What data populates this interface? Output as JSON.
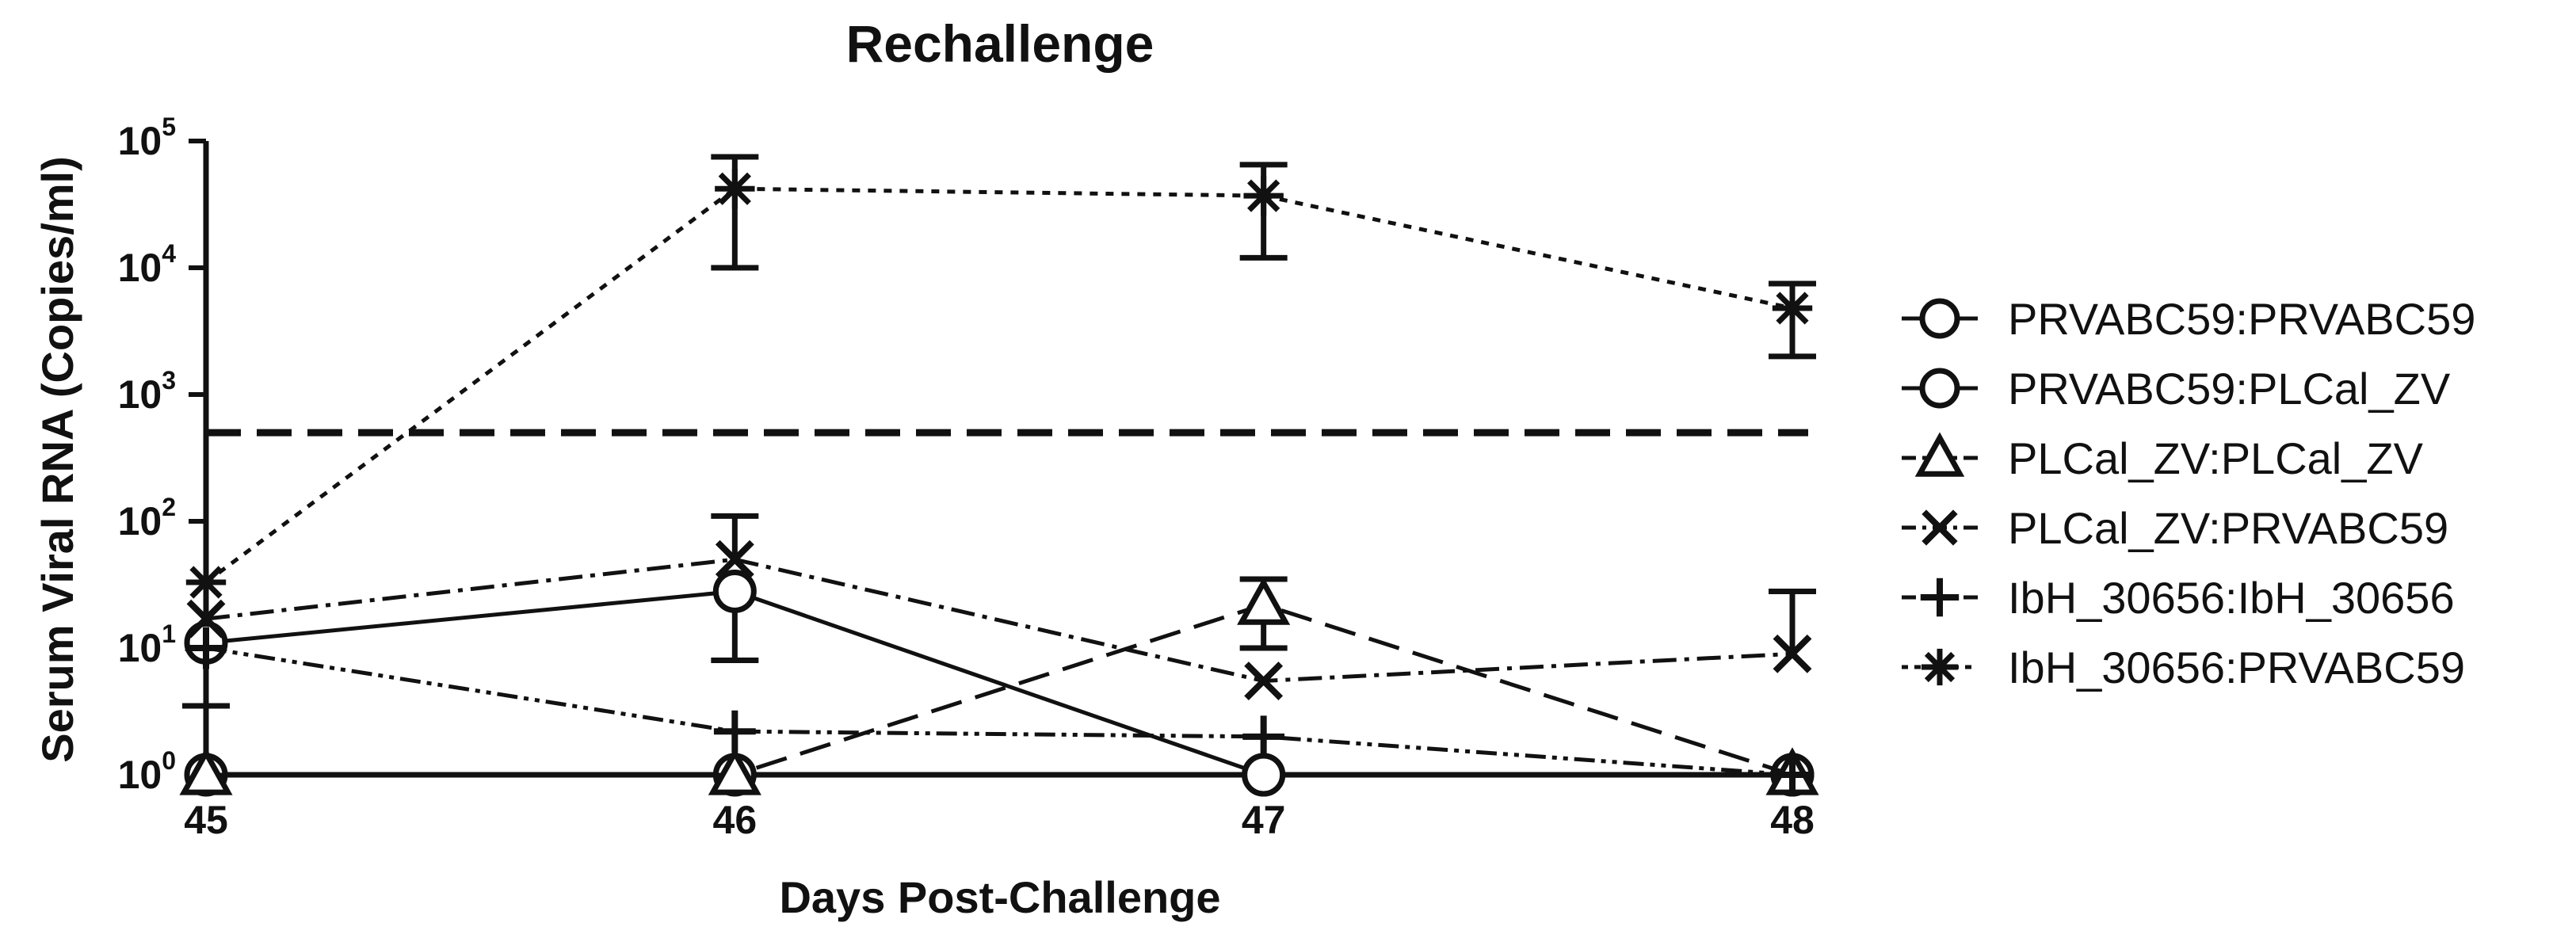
{
  "chart_data": {
    "type": "line",
    "title": "Rechallenge",
    "xlabel": "Days Post-Challenge",
    "ylabel": "Serum Viral RNA (Copies/ml)",
    "x": [
      45,
      46,
      47,
      48
    ],
    "xlim": [
      45,
      48
    ],
    "ylim": [
      1,
      100000
    ],
    "yscale": "log",
    "y_ticks": [
      {
        "base": "10",
        "exp": "0",
        "value": 1
      },
      {
        "base": "10",
        "exp": "1",
        "value": 10
      },
      {
        "base": "10",
        "exp": "2",
        "value": 100
      },
      {
        "base": "10",
        "exp": "3",
        "value": 1000
      },
      {
        "base": "10",
        "exp": "4",
        "value": 10000
      },
      {
        "base": "10",
        "exp": "5",
        "value": 100000
      }
    ],
    "x_ticks": [
      "45",
      "46",
      "47",
      "48"
    ],
    "threshold": 500,
    "grid": false,
    "legend_position": "right",
    "series": [
      {
        "name": "PRVABC59:PRVABC59",
        "marker": "circle",
        "dash": "solid",
        "values": [
          1,
          1,
          1,
          1
        ],
        "err_low": [
          null,
          null,
          null,
          null
        ],
        "err_high": [
          null,
          null,
          null,
          null
        ]
      },
      {
        "name": "PRVABC59:PLCal_ZV",
        "marker": "circle",
        "dash": "solid",
        "values": [
          11,
          28,
          1,
          1
        ],
        "err_low": [
          3.5,
          8,
          null,
          null
        ],
        "err_high": [
          null,
          null,
          null,
          null
        ]
      },
      {
        "name": "PLCal_ZV:PLCal_ZV",
        "marker": "triangle",
        "dash": "dashed",
        "values": [
          1,
          1,
          22,
          1
        ],
        "err_low": [
          null,
          null,
          10,
          null
        ],
        "err_high": [
          null,
          null,
          35,
          null
        ]
      },
      {
        "name": "PLCal_ZV:PRVABC59",
        "marker": "cross",
        "dash": "dashdot",
        "values": [
          17,
          50,
          5.5,
          9
        ],
        "err_low": [
          null,
          null,
          null,
          null
        ],
        "err_high": [
          null,
          110,
          null,
          28
        ]
      },
      {
        "name": "IbH_30656:IbH_30656",
        "marker": "plus",
        "dash": "dashdotdot",
        "values": [
          10,
          2.2,
          2,
          1
        ],
        "err_low": [
          null,
          null,
          null,
          null
        ],
        "err_high": [
          null,
          null,
          null,
          null
        ]
      },
      {
        "name": "IbH_30656:PRVABC59",
        "marker": "star",
        "dash": "dotted",
        "values": [
          33,
          42000,
          37000,
          4800
        ],
        "err_low": [
          null,
          10000,
          12000,
          2000
        ],
        "err_high": [
          null,
          75000,
          65000,
          7500
        ]
      }
    ]
  }
}
